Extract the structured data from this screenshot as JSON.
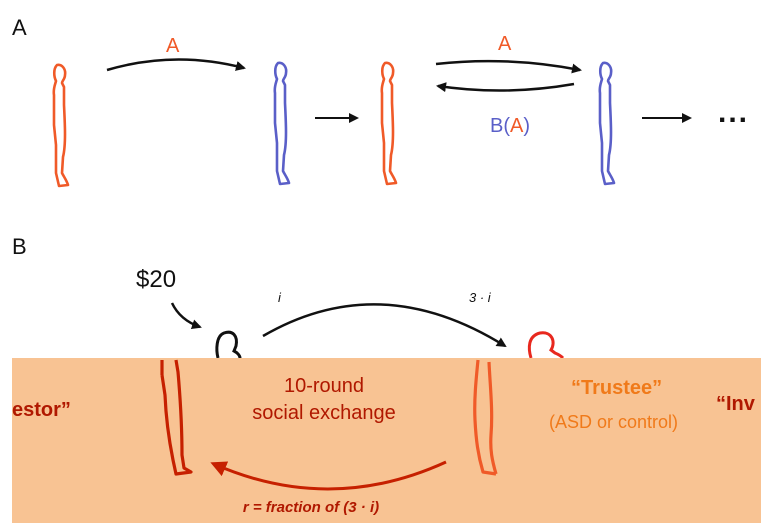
{
  "panel_a": {
    "letter": "A",
    "arrow_label_1": "A",
    "arrow_label_2": "A",
    "reply_label_prefix": "B(",
    "reply_label_inner": "A",
    "reply_label_suffix": ")",
    "ellipsis": "..."
  },
  "panel_b": {
    "letter": "B",
    "money": "$20",
    "invest_label": "i",
    "tripled_label": "3 · i",
    "center_line1": "10-round",
    "center_line2": "social exchange",
    "left_role": "estor”",
    "trustee_role": "“Trustee”",
    "trustee_sub": "(ASD or control)",
    "right_role": "“Inv",
    "return_label": "r = fraction of (3 · i)"
  },
  "colors": {
    "orange_figure": "#f05a28",
    "blue_figure": "#5a5fc8",
    "band": "#f8c393",
    "dark_red": "#b01800",
    "trustee_orange": "#f07a1a"
  }
}
